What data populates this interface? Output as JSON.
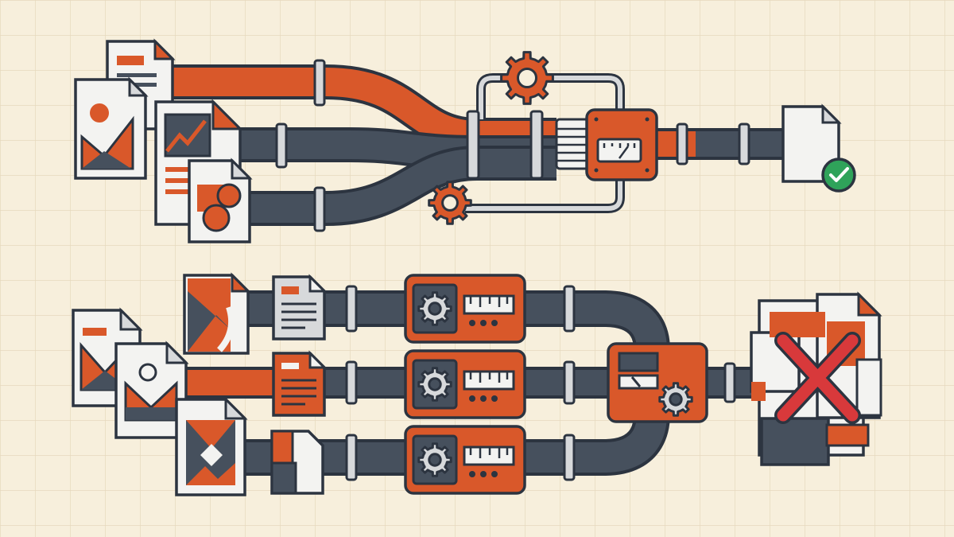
{
  "colors": {
    "background": "#f7efdc",
    "grid": "#e6d9bd",
    "outline": "#2c3440",
    "orange": "#d9582a",
    "slate": "#46505d",
    "paper": "#f3f3f1",
    "paper_shade": "#d7d9db",
    "check_green": "#2fa35a",
    "cross_red": "#d8393b"
  },
  "pipelines": [
    {
      "name": "clean-pipeline",
      "outcome": "success",
      "inputs": [
        "text-document-icon",
        "image-document-icon",
        "chart-document-icon",
        "shapes-document-icon"
      ],
      "stages": [
        "merge-junction",
        "gear-bypass-loop",
        "filter-meter-unit"
      ],
      "output": "document-with-check-icon"
    },
    {
      "name": "parallel-pipeline",
      "outcome": "failure",
      "inputs": [
        "slide-document-icon",
        "image-document-icon",
        "mixed-document-icon"
      ],
      "stages": [
        "processor-unit",
        "processor-unit",
        "processor-unit",
        "merge-processor-unit"
      ],
      "output": "document-stack-with-x-icon"
    }
  ]
}
